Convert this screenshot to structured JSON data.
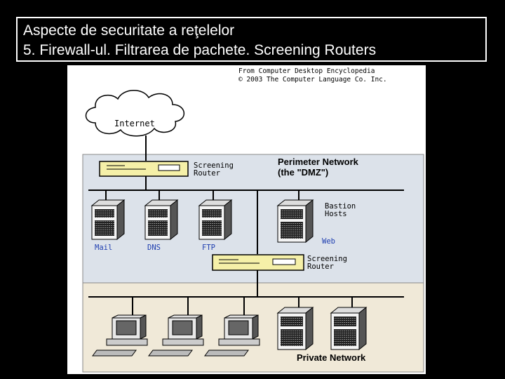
{
  "slide": {
    "title_line1": "Aspecte de securitate a reţelelor",
    "title_line2": "5. Firewall-ul. Filtrarea de pachete. Screening Routers"
  },
  "diagram": {
    "credit_line1": "From Computer Desktop Encyclopedia",
    "credit_line2": "© 2003 The Computer Language Co. Inc.",
    "internet_label": "Internet",
    "router1_line1": "Screening",
    "router1_line2": "Router",
    "perimeter_line1": "Perimeter Network",
    "perimeter_line2": "(the \"DMZ\")",
    "bastion_line1": "Bastion",
    "bastion_line2": "Hosts",
    "servers": [
      "Mail",
      "DNS",
      "FTP",
      "Web"
    ],
    "router2_line1": "Screening",
    "router2_line2": "Router",
    "private_label": "Private Network",
    "colors": {
      "dmz_zone": "#dce2ea",
      "private_zone": "#f0e9d8",
      "router": "#f5f0a8",
      "server_label": "#1f3fb0"
    }
  }
}
